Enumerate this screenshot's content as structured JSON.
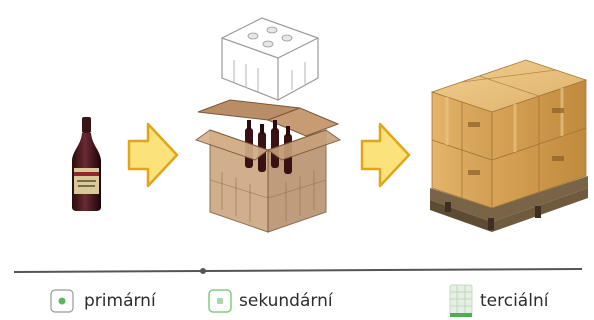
{
  "legend": {
    "items": [
      {
        "key": "primary",
        "label": "primární",
        "color": "#5cb85c"
      },
      {
        "key": "secondary",
        "label": "sekundární",
        "color": "#7ed07e"
      },
      {
        "key": "tertiary",
        "label": "terciální",
        "color": "#4caf50"
      }
    ]
  },
  "colors": {
    "arrow_fill": "#fbe27a",
    "arrow_stroke": "#e0a51a",
    "box_tan": "#c9a27a",
    "carton": "#d6a85c",
    "bottle": "#4a1a1f",
    "pallet": "#6d5a3e"
  },
  "icons": {
    "bottle": "wine-bottle-icon",
    "arrow": "right-arrow-icon",
    "box": "open-box-icon",
    "insert": "foam-insert-icon",
    "pallet": "pallet-boxes-icon"
  }
}
